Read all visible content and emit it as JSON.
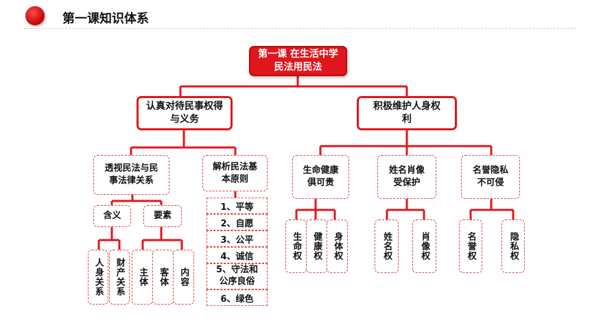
{
  "header": {
    "title": "第一课知识体系"
  },
  "root": {
    "line1": "第一课  在生活中学",
    "line2": "民法用民法"
  },
  "branch_left": {
    "line1": "认真对待民事权得",
    "line2": "与义务"
  },
  "branch_right": {
    "line1": "积极维护人身权",
    "line2": "利"
  },
  "sub_relations": {
    "line1": "透视民法与民",
    "line2": "事法律关系"
  },
  "sub_principles": {
    "line1": "解析民法基",
    "line2": "本原则"
  },
  "sub_life": {
    "line1": "生命健康",
    "line2": "俱可贵"
  },
  "sub_name": {
    "line1": "姓名肖像",
    "line2": "受保护"
  },
  "sub_honor": {
    "line1": "名誉隐私",
    "line2": "不可侵"
  },
  "meaning": "含义",
  "elements": "要素",
  "meaning_items": [
    "人身关系",
    "财产关系"
  ],
  "element_items": [
    "主体",
    "客体",
    "内容"
  ],
  "principles": [
    "1、平等",
    "2、自愿",
    "3、公平",
    "4、诚信",
    "5、守法和公序良俗",
    "6、绿色"
  ],
  "life_items": [
    "生命权",
    "健康权",
    "身体权"
  ],
  "name_items": [
    "姓名权",
    "肖像权"
  ],
  "honor_items": [
    "名誉权",
    "隐私权"
  ],
  "colors": {
    "accent": "#e0161c"
  }
}
